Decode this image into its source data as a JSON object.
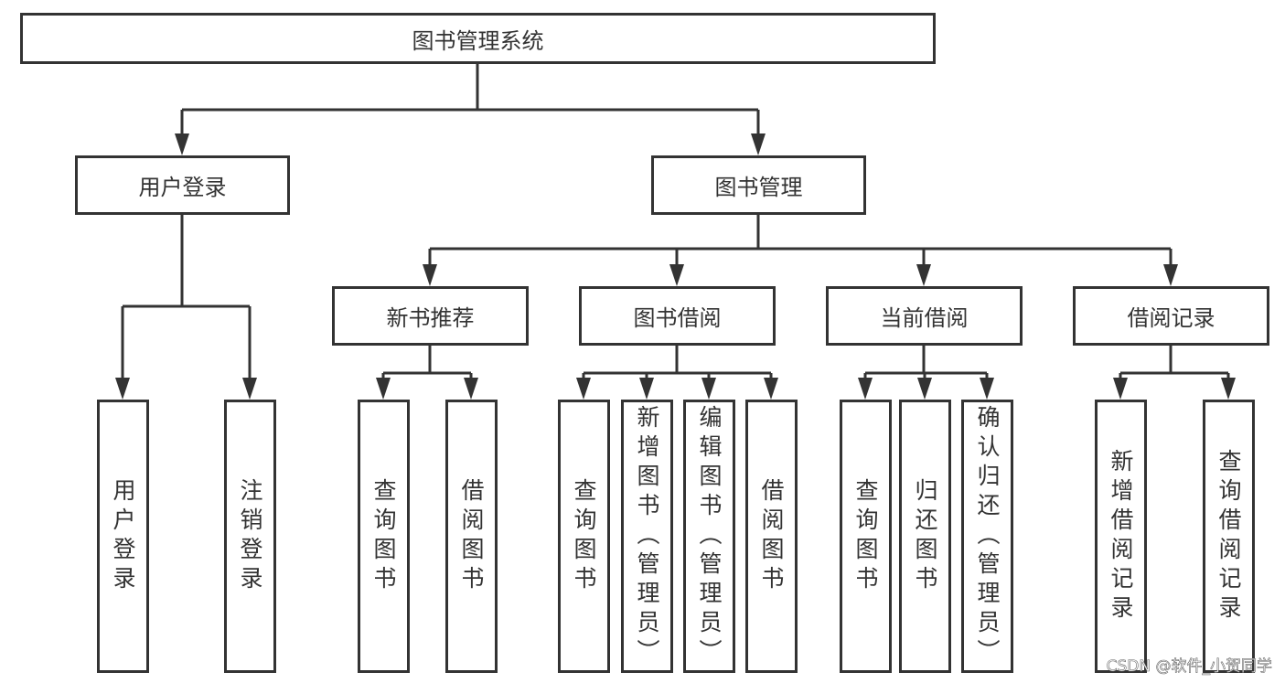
{
  "diagram": {
    "line_color": "#333333",
    "root": {
      "label": "图书管理系统"
    },
    "level1": [
      {
        "label": "用户登录",
        "children": [
          {
            "label": "用户登录"
          },
          {
            "label": "注销登录"
          }
        ]
      },
      {
        "label": "图书管理",
        "children": [
          {
            "label": "新书推荐",
            "children": [
              {
                "label": "查询图书"
              },
              {
                "label": "借阅图书"
              }
            ]
          },
          {
            "label": "图书借阅",
            "children": [
              {
                "label": "查询图书"
              },
              {
                "label": "新增图书（管理员）"
              },
              {
                "label": "编辑图书（管理员）"
              },
              {
                "label": "借阅图书"
              }
            ]
          },
          {
            "label": "当前借阅",
            "children": [
              {
                "label": "查询图书"
              },
              {
                "label": "归还图书"
              },
              {
                "label": "确认归还（管理员）"
              }
            ]
          },
          {
            "label": "借阅记录",
            "children": [
              {
                "label": "新增借阅记录"
              },
              {
                "label": "查询借阅记录"
              }
            ]
          }
        ]
      }
    ]
  },
  "watermark": "CSDN @软件_小贺同学"
}
